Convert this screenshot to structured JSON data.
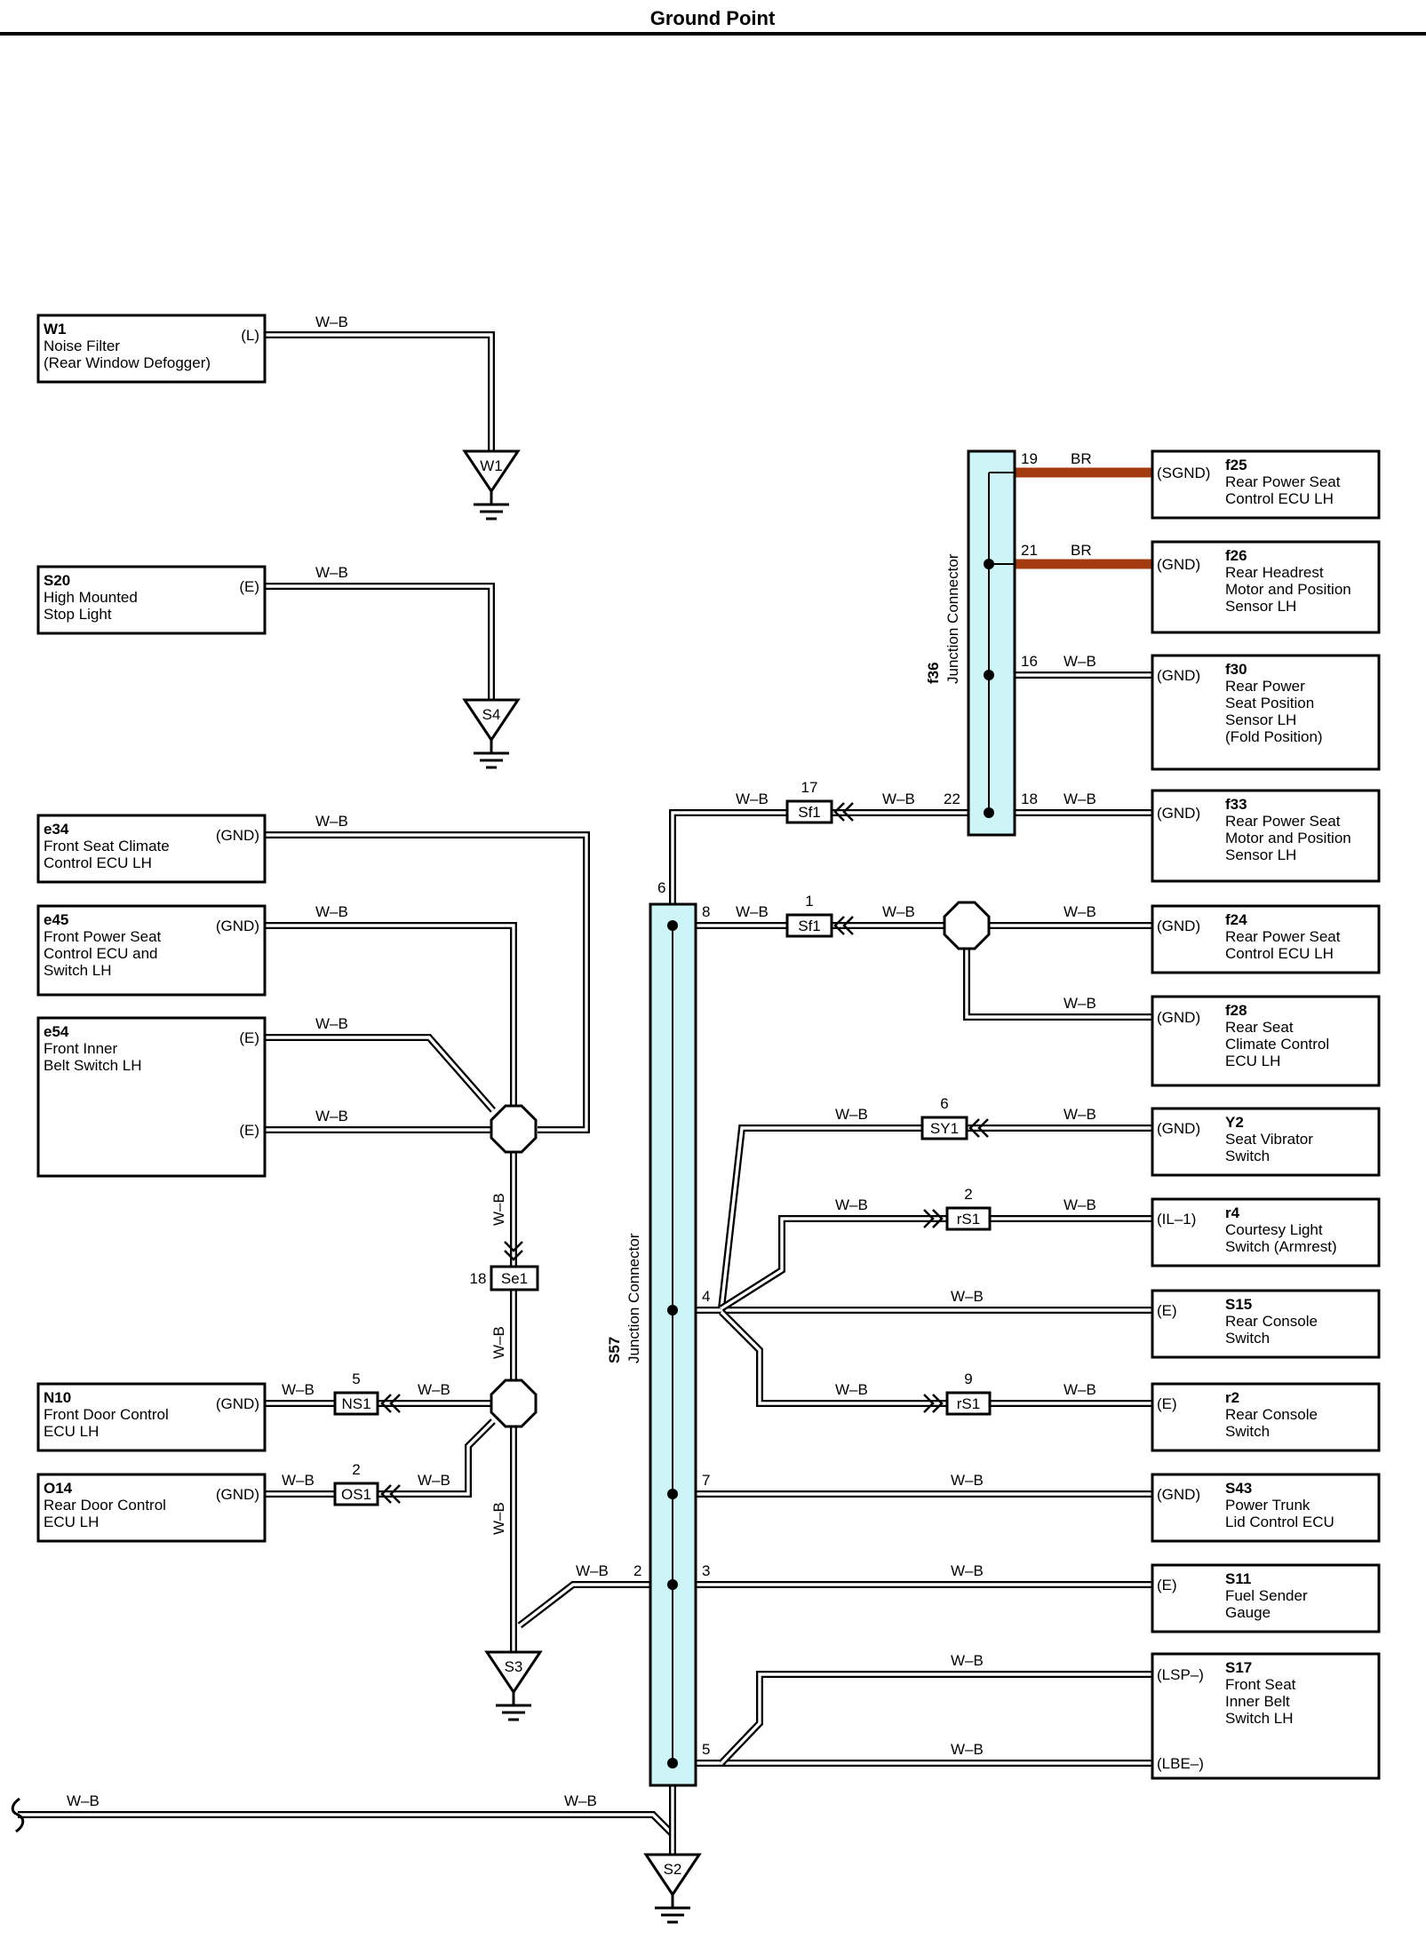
{
  "title": "Ground Point",
  "wire_color_label": "W–B",
  "br_label": "BR",
  "components": {
    "W1": {
      "code": "W1",
      "lines": [
        "Noise Filter",
        "(Rear Window Defogger)"
      ],
      "pins": [
        "(L)"
      ]
    },
    "S20": {
      "code": "S20",
      "lines": [
        "High Mounted",
        "Stop Light"
      ],
      "pins": [
        "(E)"
      ]
    },
    "e34": {
      "code": "e34",
      "lines": [
        "Front Seat Climate",
        "Control ECU LH"
      ],
      "pins": [
        "(GND)"
      ]
    },
    "e45": {
      "code": "e45",
      "lines": [
        "Front Power Seat",
        "Control ECU and",
        "Switch LH"
      ],
      "pins": [
        "(GND)"
      ]
    },
    "e54": {
      "code": "e54",
      "lines": [
        "Front Inner",
        "Belt Switch LH"
      ],
      "pins": [
        "(E)",
        "(E)"
      ]
    },
    "N10": {
      "code": "N10",
      "lines": [
        "Front Door Control",
        "ECU LH"
      ],
      "pins": [
        "(GND)"
      ]
    },
    "O14": {
      "code": "O14",
      "lines": [
        "Rear Door Control",
        "ECU LH"
      ],
      "pins": [
        "(GND)"
      ]
    },
    "f25": {
      "code": "f25",
      "lines": [
        "Rear Power Seat",
        "Control ECU LH"
      ],
      "pins": [
        "(SGND)"
      ]
    },
    "f26": {
      "code": "f26",
      "lines": [
        "Rear Headrest",
        "Motor and Position",
        "Sensor LH"
      ],
      "pins": [
        "(GND)"
      ]
    },
    "f30": {
      "code": "f30",
      "lines": [
        "Rear Power",
        "Seat Position",
        "Sensor LH",
        "(Fold Position)"
      ],
      "pins": [
        "(GND)"
      ]
    },
    "f33": {
      "code": "f33",
      "lines": [
        "Rear Power Seat",
        "Motor and Position",
        "Sensor LH"
      ],
      "pins": [
        "(GND)"
      ]
    },
    "f24": {
      "code": "f24",
      "lines": [
        "Rear Power Seat",
        "Control ECU LH"
      ],
      "pins": [
        "(GND)"
      ]
    },
    "f28": {
      "code": "f28",
      "lines": [
        "Rear Seat",
        "Climate Control",
        "ECU LH"
      ],
      "pins": [
        "(GND)"
      ]
    },
    "Y2": {
      "code": "Y2",
      "lines": [
        "Seat Vibrator",
        "Switch"
      ],
      "pins": [
        "(GND)"
      ]
    },
    "r4": {
      "code": "r4",
      "lines": [
        "Courtesy Light",
        "Switch (Armrest)"
      ],
      "pins": [
        "(IL–1)"
      ]
    },
    "S15": {
      "code": "S15",
      "lines": [
        "Rear Console",
        "Switch"
      ],
      "pins": [
        "(E)"
      ]
    },
    "r2": {
      "code": "r2",
      "lines": [
        "Rear Console",
        "Switch"
      ],
      "pins": [
        "(E)"
      ]
    },
    "S43": {
      "code": "S43",
      "lines": [
        "Power Trunk",
        "Lid Control ECU"
      ],
      "pins": [
        "(GND)"
      ]
    },
    "S11": {
      "code": "S11",
      "lines": [
        "Fuel Sender",
        "Gauge"
      ],
      "pins": [
        "(E)"
      ]
    },
    "S17": {
      "code": "S17",
      "lines": [
        "Front Seat",
        "Inner Belt",
        "Switch LH"
      ],
      "pins": [
        "(LSP–)",
        "(LBE–)"
      ]
    }
  },
  "junction_connectors": {
    "f36": {
      "code": "f36",
      "label": "Junction Connector"
    },
    "S57": {
      "code": "S57",
      "label": "Junction Connector"
    }
  },
  "grounds": [
    "W1",
    "S4",
    "S3",
    "S2"
  ],
  "connectors": {
    "Sf1_17": {
      "label": "Sf1",
      "pin": "17"
    },
    "Sf1_1": {
      "label": "Sf1",
      "pin": "1"
    },
    "SY1": {
      "label": "SY1",
      "pin": "6"
    },
    "rS1_2": {
      "label": "rS1",
      "pin": "2"
    },
    "rS1_9": {
      "label": "rS1",
      "pin": "9"
    },
    "Se1": {
      "label": "Se1",
      "pin": "18"
    },
    "NS1": {
      "label": "NS1",
      "pin": "5"
    },
    "OS1": {
      "label": "OS1",
      "pin": "2"
    }
  },
  "pin_numbers": {
    "f36_19": "19",
    "f36_21": "21",
    "f36_16": "16",
    "f36_22": "22",
    "f36_18": "18",
    "S57_6": "6",
    "S57_8": "8",
    "S57_4": "4",
    "S57_7": "7",
    "S57_2": "2",
    "S57_3": "3",
    "S57_5": "5"
  }
}
